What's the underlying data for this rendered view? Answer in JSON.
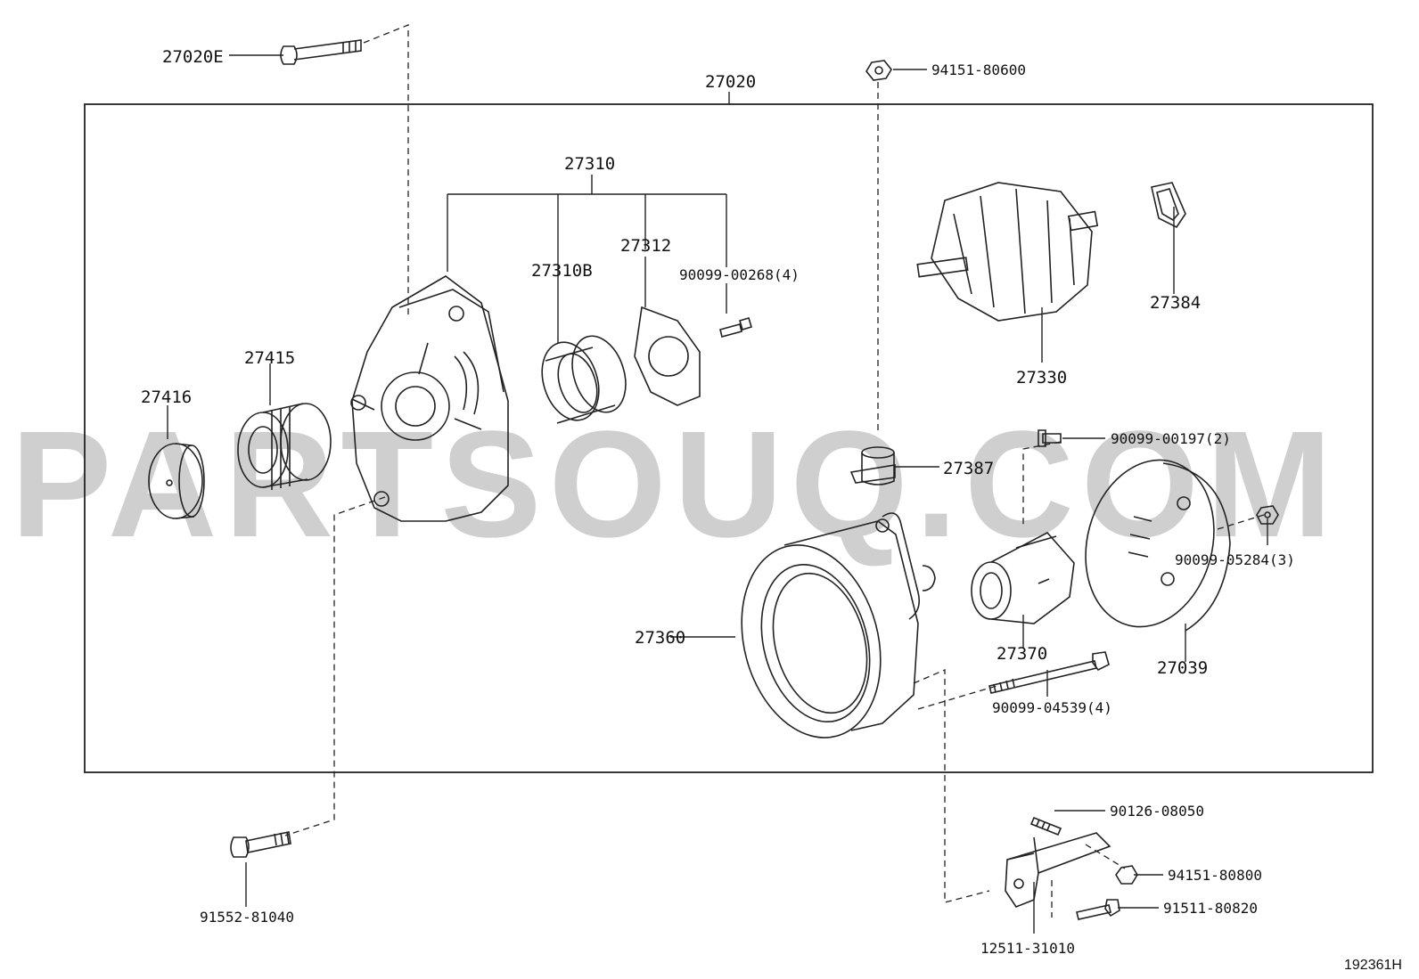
{
  "watermark": "PARTSOUQ.COM",
  "reference": "192361H",
  "labels": {
    "p27020E": "27020E",
    "p27020": "27020",
    "p94151_80600": "94151-80600",
    "p27310": "27310",
    "p27312": "27312",
    "p27310B": "27310B",
    "p90099_00268": "90099-00268(4)",
    "p27384": "27384",
    "p27330": "27330",
    "p27415": "27415",
    "p27416": "27416",
    "p90099_00197": "90099-00197(2)",
    "p27387": "27387",
    "p90099_05284": "90099-05284(3)",
    "p27360": "27360",
    "p27370": "27370",
    "p27039": "27039",
    "p90099_04539": "90099-04539(4)",
    "p90126_08050": "90126-08050",
    "p94151_80800": "94151-80800",
    "p91511_80820": "91511-80820",
    "p91552_81040": "91552-81040",
    "p12511_31010": "12511-31010"
  }
}
